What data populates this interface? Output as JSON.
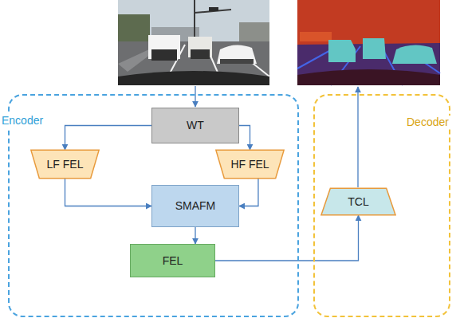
{
  "diagram": {
    "nodes": [
      {
        "text": [
          "Encoder"
        ]
      },
      {
        "text": [
          "WT"
        ],
        "in": 0
      },
      {
        "text": [
          "LF FEL"
        ],
        "in": 0
      },
      {
        "text": [
          "HF FEL"
        ],
        "in": 0
      },
      {
        "text": [
          "SMAFM"
        ],
        "in": 0
      },
      {
        "text": [
          "FEL"
        ],
        "in": 0
      },
      {
        "text": [
          "Decoder"
        ]
      },
      {
        "text": [
          "TCL"
        ],
        "in": 6
      }
    ],
    "edges": [
      {
        "from": 1,
        "to": 2,
        "arrow": "to"
      },
      {
        "from": 1,
        "to": 3,
        "arrow": "to"
      },
      {
        "from": 2,
        "to": 4,
        "arrow": "to"
      },
      {
        "from": 3,
        "to": 4,
        "arrow": "to"
      },
      {
        "from": 4,
        "to": 5,
        "arrow": "to"
      },
      {
        "from": 5,
        "to": 7,
        "arrow": "to"
      }
    ]
  }
}
